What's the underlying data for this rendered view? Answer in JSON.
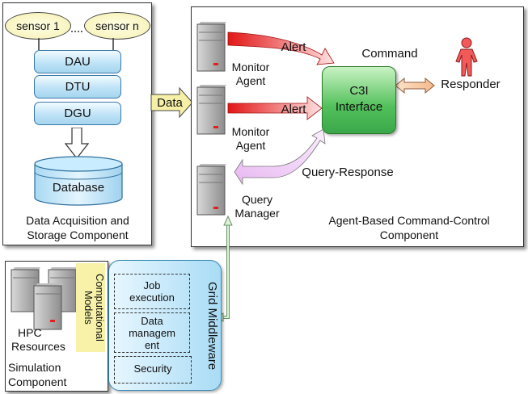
{
  "data_acquisition": {
    "sensors": [
      "sensor 1",
      "sensor n"
    ],
    "layers": [
      "DAU",
      "DTU",
      "DGU"
    ],
    "database": "Database",
    "caption_line1": "Data Acquisition and",
    "caption_line2": "Storage Component"
  },
  "data_arrow_label": "Data",
  "command_control": {
    "agents": [
      {
        "line1": "Monitor",
        "line2": "Agent",
        "alert": "Alert"
      },
      {
        "line1": "Monitor",
        "line2": "Agent",
        "alert": "Alert"
      }
    ],
    "query_manager": {
      "line1": "Query",
      "line2": "Manager"
    },
    "query_response": "Query-Response",
    "command": "Command",
    "c3i_line1": "C3I",
    "c3i_line2": "Interface",
    "responder": "Responder",
    "caption_line1": "Agent-Based Command-Control",
    "caption_line2": "Component"
  },
  "simulation": {
    "hpc_line1": "HPC",
    "hpc_line2": "Resources",
    "models_line1": "Computational",
    "models_line2": "Models",
    "caption_line1": "Simulation",
    "caption_line2": "Component"
  },
  "grid": {
    "title": "Grid Middleware",
    "job_line1": "Job",
    "job_line2": "execution",
    "data_line1": "Data",
    "data_line2": "managem",
    "data_line3": "ent",
    "security": "Security"
  }
}
